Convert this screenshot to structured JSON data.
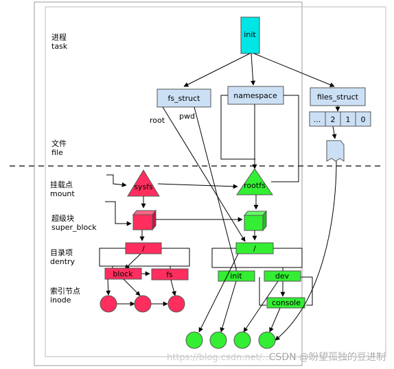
{
  "layers": [
    {
      "zh": "进程",
      "en": "task"
    },
    {
      "zh": "文件",
      "en": "file"
    },
    {
      "zh": "挂载点",
      "en": "mount"
    },
    {
      "zh": "超级块",
      "en": "super_block"
    },
    {
      "zh": "目录项",
      "en": "dentry"
    },
    {
      "zh": "索引节点",
      "en": "inode"
    }
  ],
  "task": {
    "init": "init"
  },
  "structs": {
    "fs_struct": "fs_struct",
    "namespace": "namespace",
    "files_struct": "files_struct"
  },
  "fd_table": [
    "...",
    "2",
    "1",
    "0"
  ],
  "fs_fields": {
    "root": "root",
    "pwd": "pwd"
  },
  "mounts": {
    "sysfs": "sysfs",
    "rootfs": "rootfs"
  },
  "dentries": {
    "sysfs_root": "/",
    "block": "block",
    "fs": "fs",
    "rootfs_root": "/",
    "init": "init",
    "dev": "dev",
    "console": "console"
  },
  "watermark": "https://blog.csdn.net/...",
  "credit": "CSDN @盼望孤独的豆进制",
  "colors": {
    "cyan": "#00e5e5",
    "blue_box": "#cce0f5",
    "red": "#ff2e5e",
    "green": "#33ee33"
  }
}
